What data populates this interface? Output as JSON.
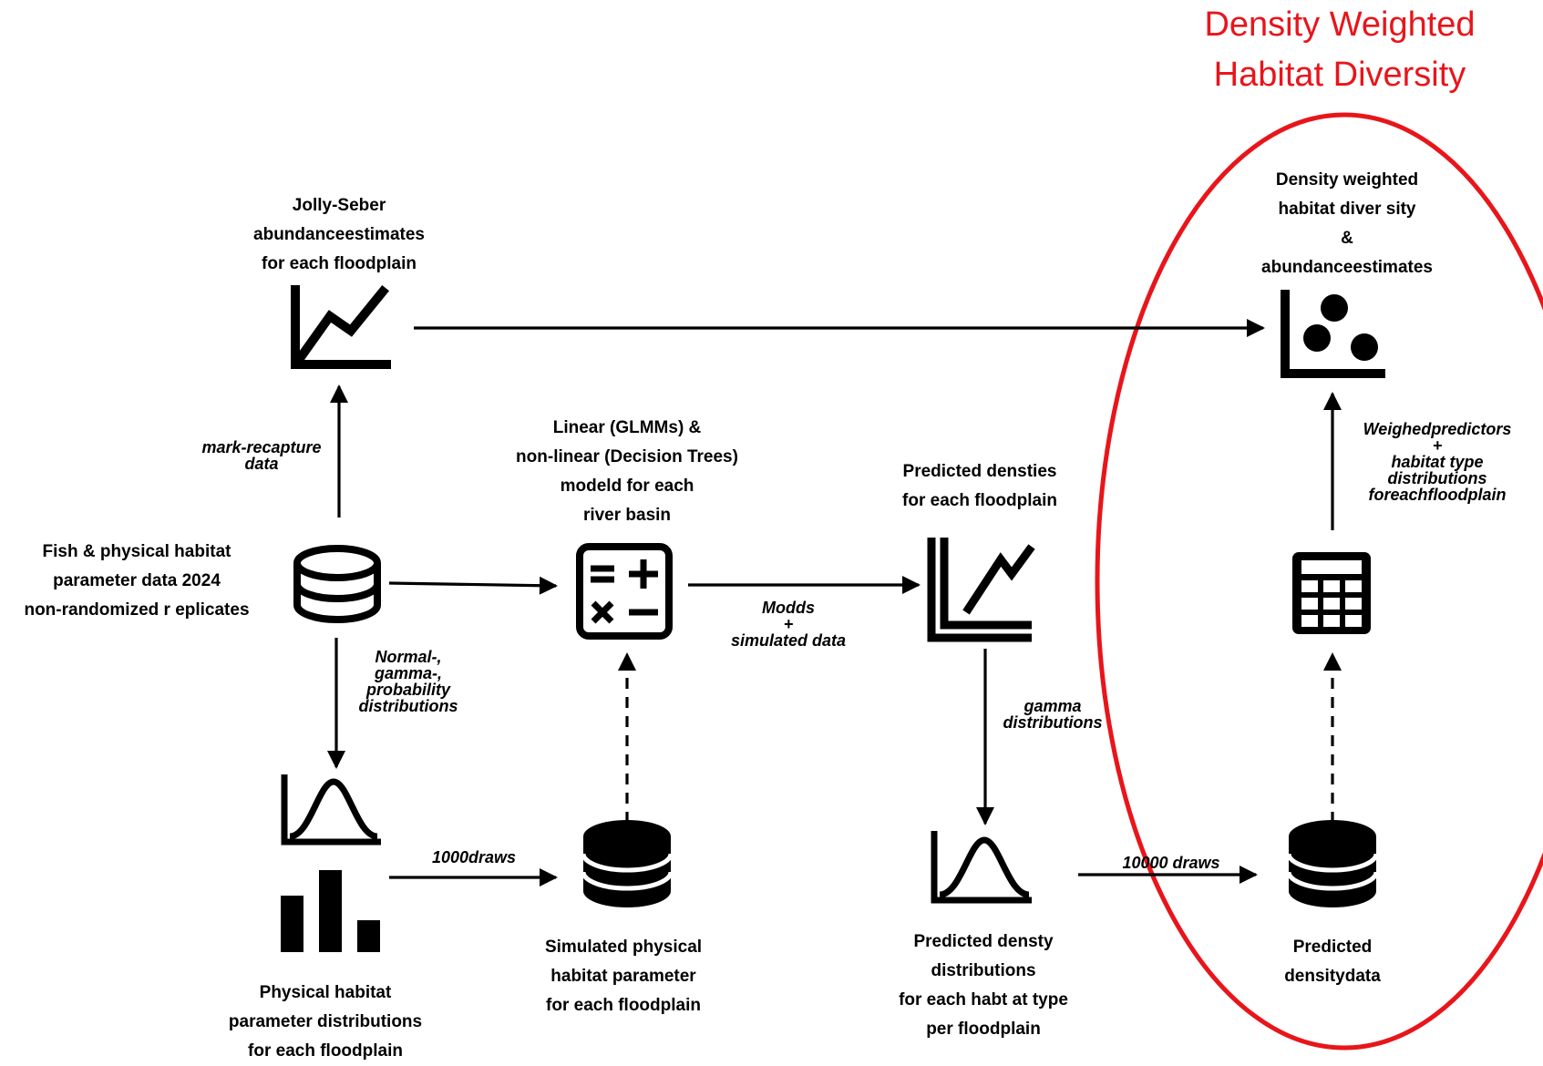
{
  "highlight": {
    "title_line1": "Density Weighted",
    "title_line2": "Habitat Diversity",
    "color": "#e8151b"
  },
  "nodes": {
    "jolly_seber": {
      "lines": [
        "Jolly-Seber",
        "abundanceestimates",
        "for each floodplain"
      ],
      "icon": "line-chart-icon"
    },
    "fish_data": {
      "lines": [
        "Fish & physical habitat",
        "parameter data 2024",
        "non-randomized r eplicates"
      ],
      "icon": "database-icon"
    },
    "models": {
      "lines": [
        "Linear (GLMMs) &",
        "non-linear (Decision Trees)",
        "modeld for each",
        "river basin"
      ],
      "icon": "calculator-operations-icon"
    },
    "predicted_densities": {
      "lines": [
        "Predicted densties",
        "for each floodplain"
      ],
      "icon": "line-chart-icon"
    },
    "distributions": {
      "lines": [
        "Physical habitat",
        "parameter distributions",
        "for each floodplain"
      ],
      "icons": [
        "bell-curve-icon",
        "bar-chart-icon"
      ]
    },
    "simulated": {
      "lines": [
        "Simulated physical",
        "habitat parameter",
        "for each floodplain"
      ],
      "icon": "database-icon"
    },
    "pred_density_dist": {
      "lines": [
        "Predicted densty",
        "distributions",
        "for each habt at type",
        "per floodplain"
      ],
      "icon": "bell-curve-icon"
    },
    "pred_density_data": {
      "lines": [
        "Predicted",
        "densitydata"
      ],
      "icon": "database-icon"
    },
    "calculator": {
      "icon": "calculator-icon"
    },
    "dwhd": {
      "lines": [
        "Density weighted",
        "habitat diver sity",
        "&",
        "abundanceestimates"
      ],
      "icon": "scatter-chart-icon"
    }
  },
  "edge_labels": {
    "mark_recapture": [
      "mark-recapture",
      "data"
    ],
    "normal_gamma": [
      "Normal-,",
      "gamma-,",
      "probability",
      "distributions"
    ],
    "draws_1000": [
      "1000draws"
    ],
    "models_simulated": [
      "Modds",
      "+",
      "simulated data"
    ],
    "gamma_dist": [
      "gamma",
      "distributions"
    ],
    "draws_10000": [
      "10000 draws"
    ],
    "weighted_predictors": [
      "Weighedpredictors",
      "+",
      "habitat type",
      "distributions",
      "foreachfloodplain"
    ]
  }
}
